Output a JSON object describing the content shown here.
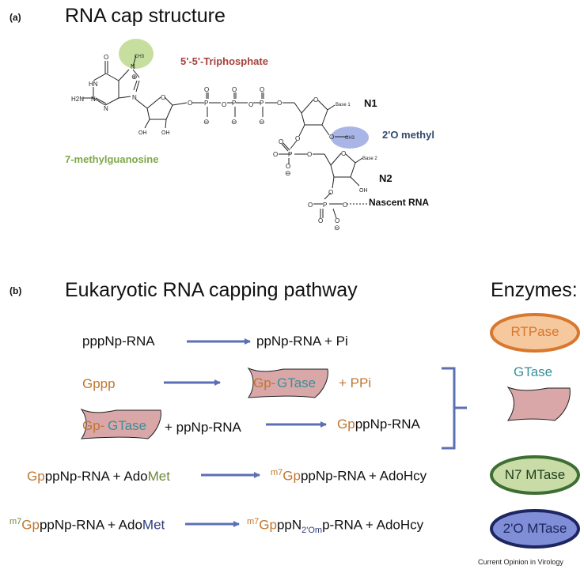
{
  "panel_a": {
    "label": "(a)",
    "title": "RNA cap structure",
    "triphosphate": "5'-5'-Triphosphate",
    "n1": "N1",
    "n2": "N2",
    "two_o_methyl": "2'O methyl",
    "methylguanosine": "7-methylguanosine",
    "nascent_rna": "Nascent RNA",
    "atoms": {
      "o": "O",
      "p": "P",
      "n": "N",
      "hn": "HN",
      "h2n": "H2N",
      "oh": "OH",
      "ch3": "CH3",
      "base1": "Base 1",
      "base2": "Base 2",
      "minus": "⊖",
      "plus": "⊕"
    }
  },
  "panel_b": {
    "label": "(b)",
    "title": "Eukaryotic RNA capping pathway",
    "enzymes_header": "Enzymes:",
    "rows": {
      "r1_left": "pppNp-RNA",
      "r1_right": "ppNp-RNA + Pi",
      "r2_left": "Gppp",
      "r2_gp": "Gp-",
      "r2_gtase": "GTase",
      "r2_ppi": "+ PPi",
      "r3_gp": "Gp-",
      "r3_gtase": "GTase",
      "r3_rest": "+ ppNp-RNA",
      "r3_right_g": "Gp",
      "r3_right_rest": "ppNp-RNA",
      "r4_g": "Gp",
      "r4_mid": "ppNp-RNA + Ado",
      "r4_met": "Met",
      "r4_sup": "m7",
      "r4_right_g": "Gp",
      "r4_right_rest": "ppNp-RNA + AdoHcy",
      "r5_sup": "m7",
      "r5_g": "Gp",
      "r5_mid": "ppNp-RNA + Ado",
      "r5_met": "Met",
      "r5_right_sup": "m7",
      "r5_right_g": "Gp",
      "r5_right_pp": "ppN",
      "r5_right_sub": "2'Om",
      "r5_right_rest": "p-RNA + AdoHcy"
    },
    "enzymes": {
      "rtpase": "RTPase",
      "gtase": "GTase",
      "n7": "N7 MTase",
      "two_o": "2'O MTase"
    }
  },
  "credit": "Current Opinion in Virology",
  "colors": {
    "arrow": "#5b6fb4",
    "brown": "#c0762f",
    "teal": "#3a8f9a",
    "olive": "#6a8a3a",
    "green_label": "#7ea84a",
    "red_label": "#a6423c",
    "navy": "#2f3c7a",
    "rtpase_fill": "#f5c89e",
    "rtpase_stroke": "#d8772e",
    "gtase_fill": "#d9a7a8",
    "n7_fill": "#c9dca8",
    "n7_stroke": "#3d6e32",
    "mtase2_fill": "#7f8ed6",
    "mtase2_stroke": "#1d2660"
  }
}
